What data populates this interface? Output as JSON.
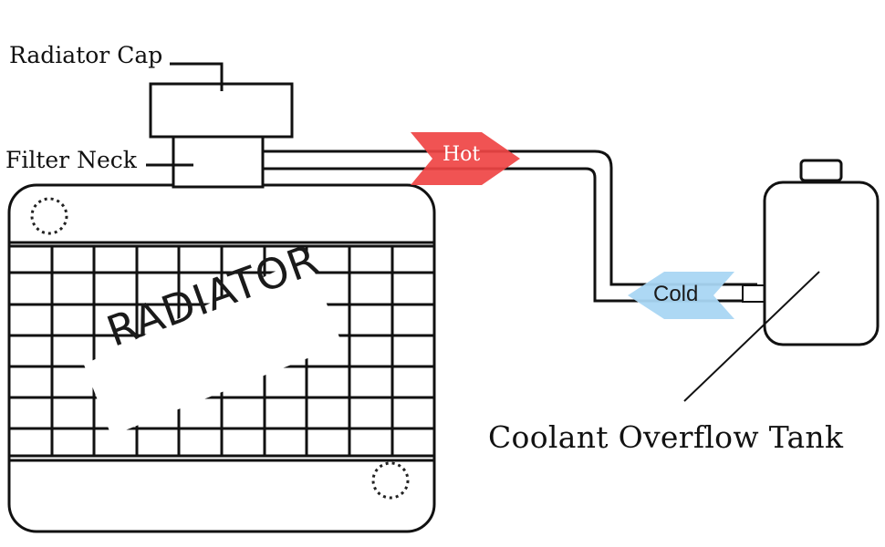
{
  "labels": {
    "radiator_cap": "Radiator Cap",
    "filter_neck": "Filter Neck",
    "hot": "Hot",
    "cold": "Cold",
    "radiator": "RADIATOR",
    "coolant_overflow_tank": "Coolant Overflow Tank"
  },
  "colors": {
    "hot_arrow": "#ef4444",
    "cold_arrow": "#a9d6f3",
    "line": "#111111"
  }
}
